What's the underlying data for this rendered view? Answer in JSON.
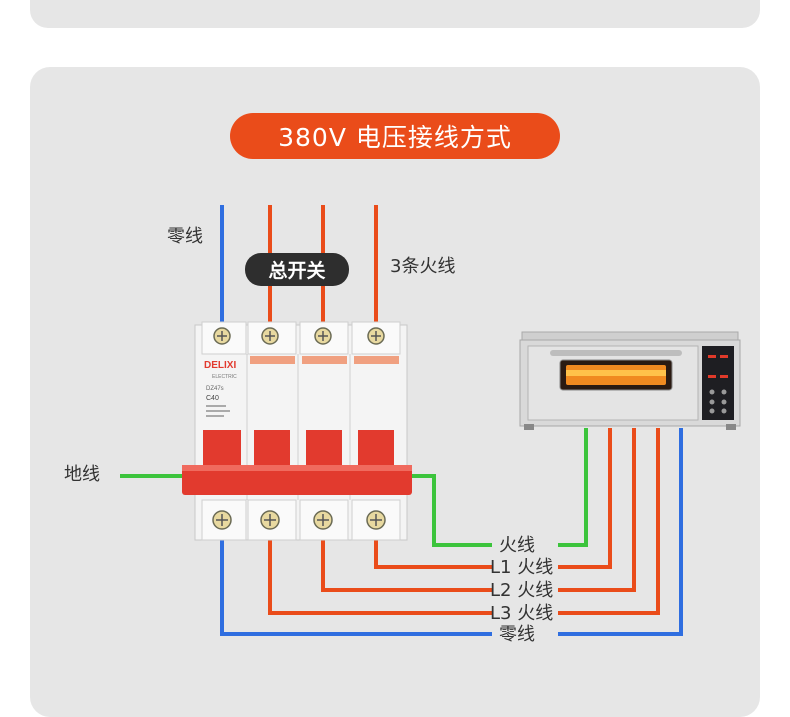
{
  "title": "380V 电压接线方式",
  "labels": {
    "neutral": "零线",
    "main_switch": "总开关",
    "three_live": "3条火线",
    "ground": "地线"
  },
  "breaker": {
    "brand": "DELIXI",
    "sub": "ELECTRIC",
    "model": "DZ47s",
    "rating": "C40"
  },
  "wire_labels": [
    "火线",
    "L1 火线",
    "L2 火线",
    "L3 火线",
    "零线"
  ],
  "colors": {
    "live": "#ea4c1a",
    "neutral": "#2f6ee0",
    "ground": "#3cc43c",
    "breaker_red": "#e23a2e",
    "card": "#e6e6e6"
  }
}
